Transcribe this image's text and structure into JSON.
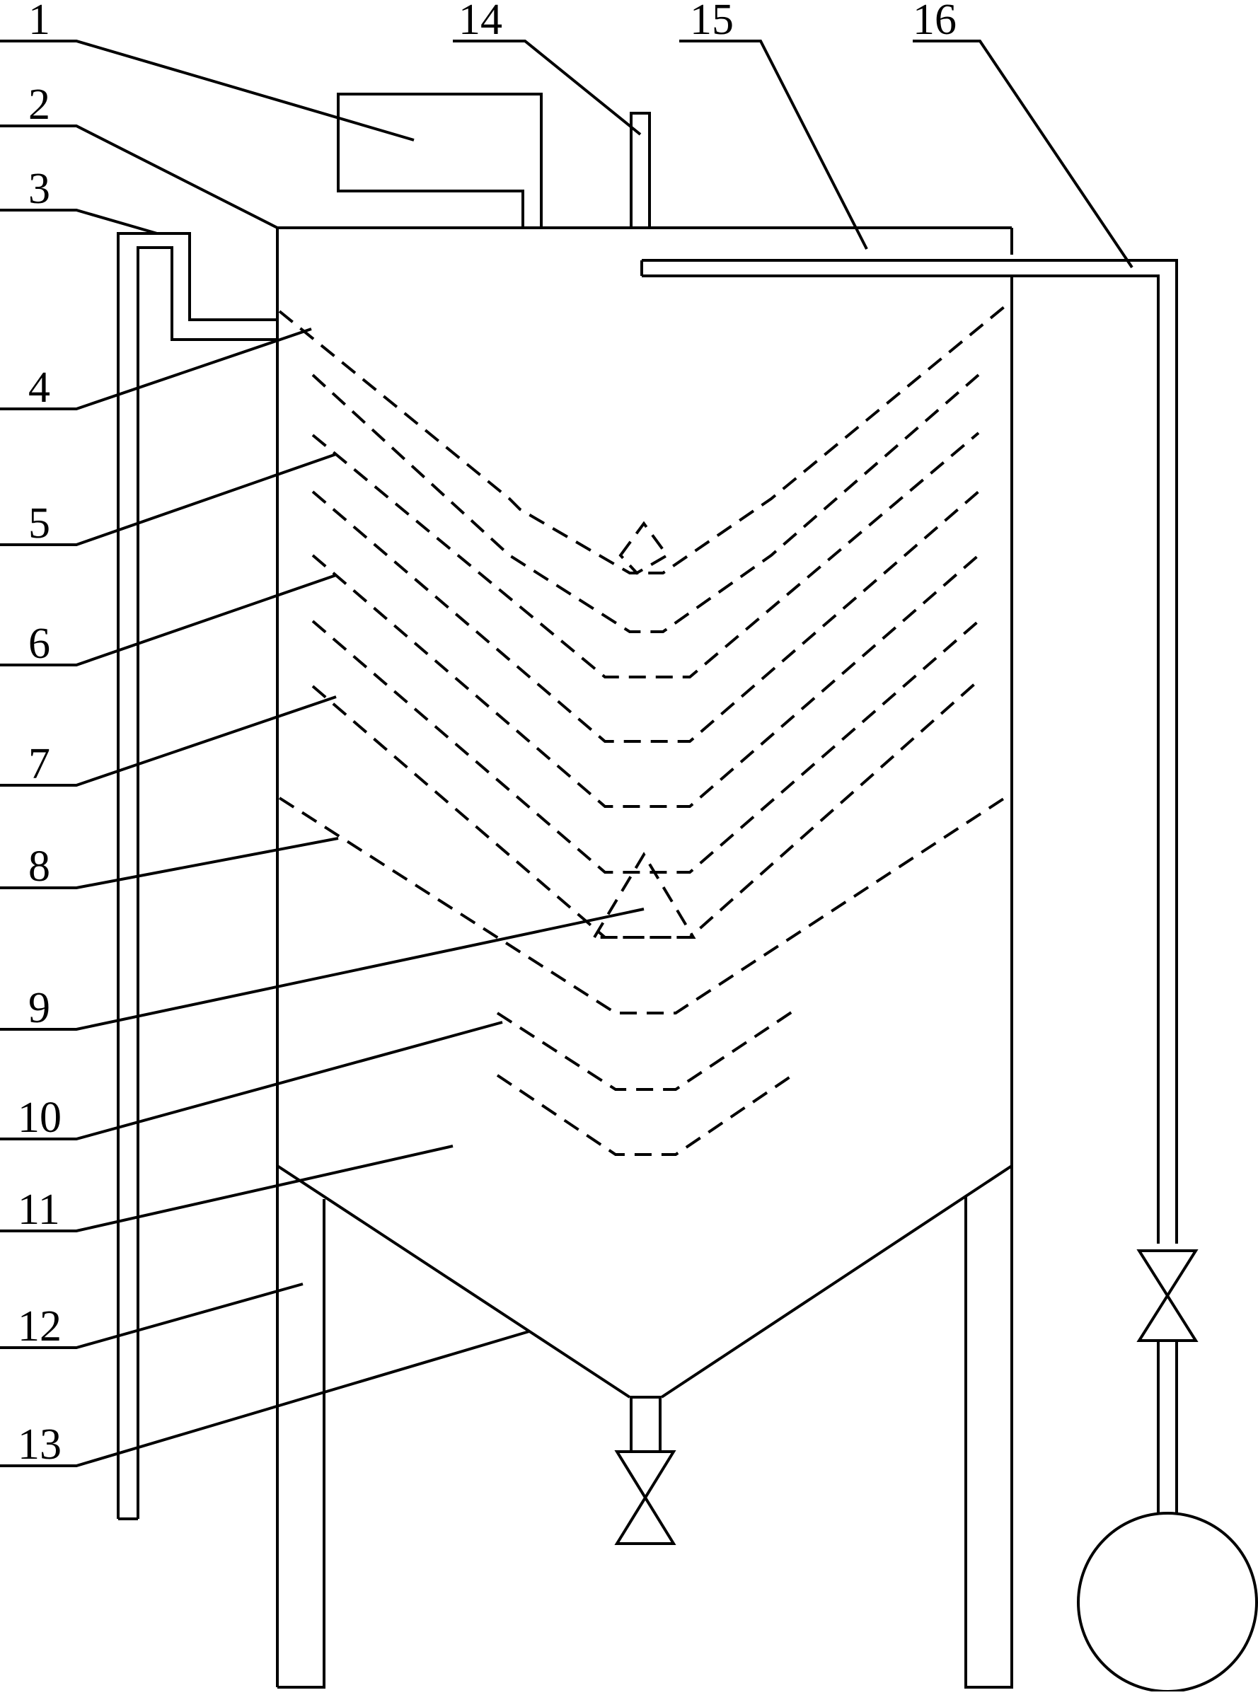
{
  "labels": [
    "1",
    "2",
    "3",
    "4",
    "5",
    "6",
    "7",
    "8",
    "9",
    "10",
    "11",
    "12",
    "13",
    "14",
    "15",
    "16"
  ]
}
